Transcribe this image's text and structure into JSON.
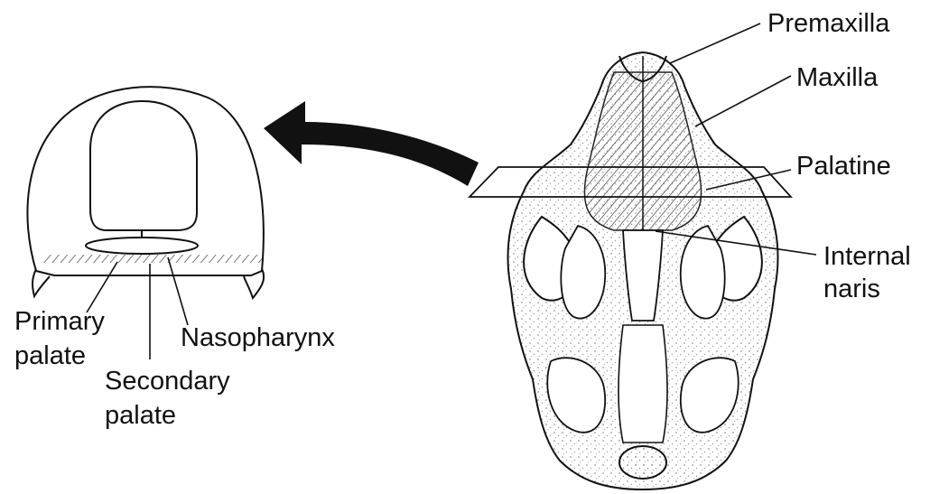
{
  "labels": {
    "premaxilla": "Premaxilla",
    "maxilla": "Maxilla",
    "palatine": "Palatine",
    "internal_naris_1": "Internal",
    "internal_naris_2": "naris",
    "primary_palate_1": "Primary",
    "primary_palate_2": "palate",
    "secondary_palate_1": "Secondary",
    "secondary_palate_2": "palate",
    "nasopharynx": "Nasopharynx"
  },
  "colors": {
    "ink": "#111111",
    "hatch": "#555555",
    "skull_fill": "#f7f7f7",
    "stipple": "#9a9a9a"
  }
}
